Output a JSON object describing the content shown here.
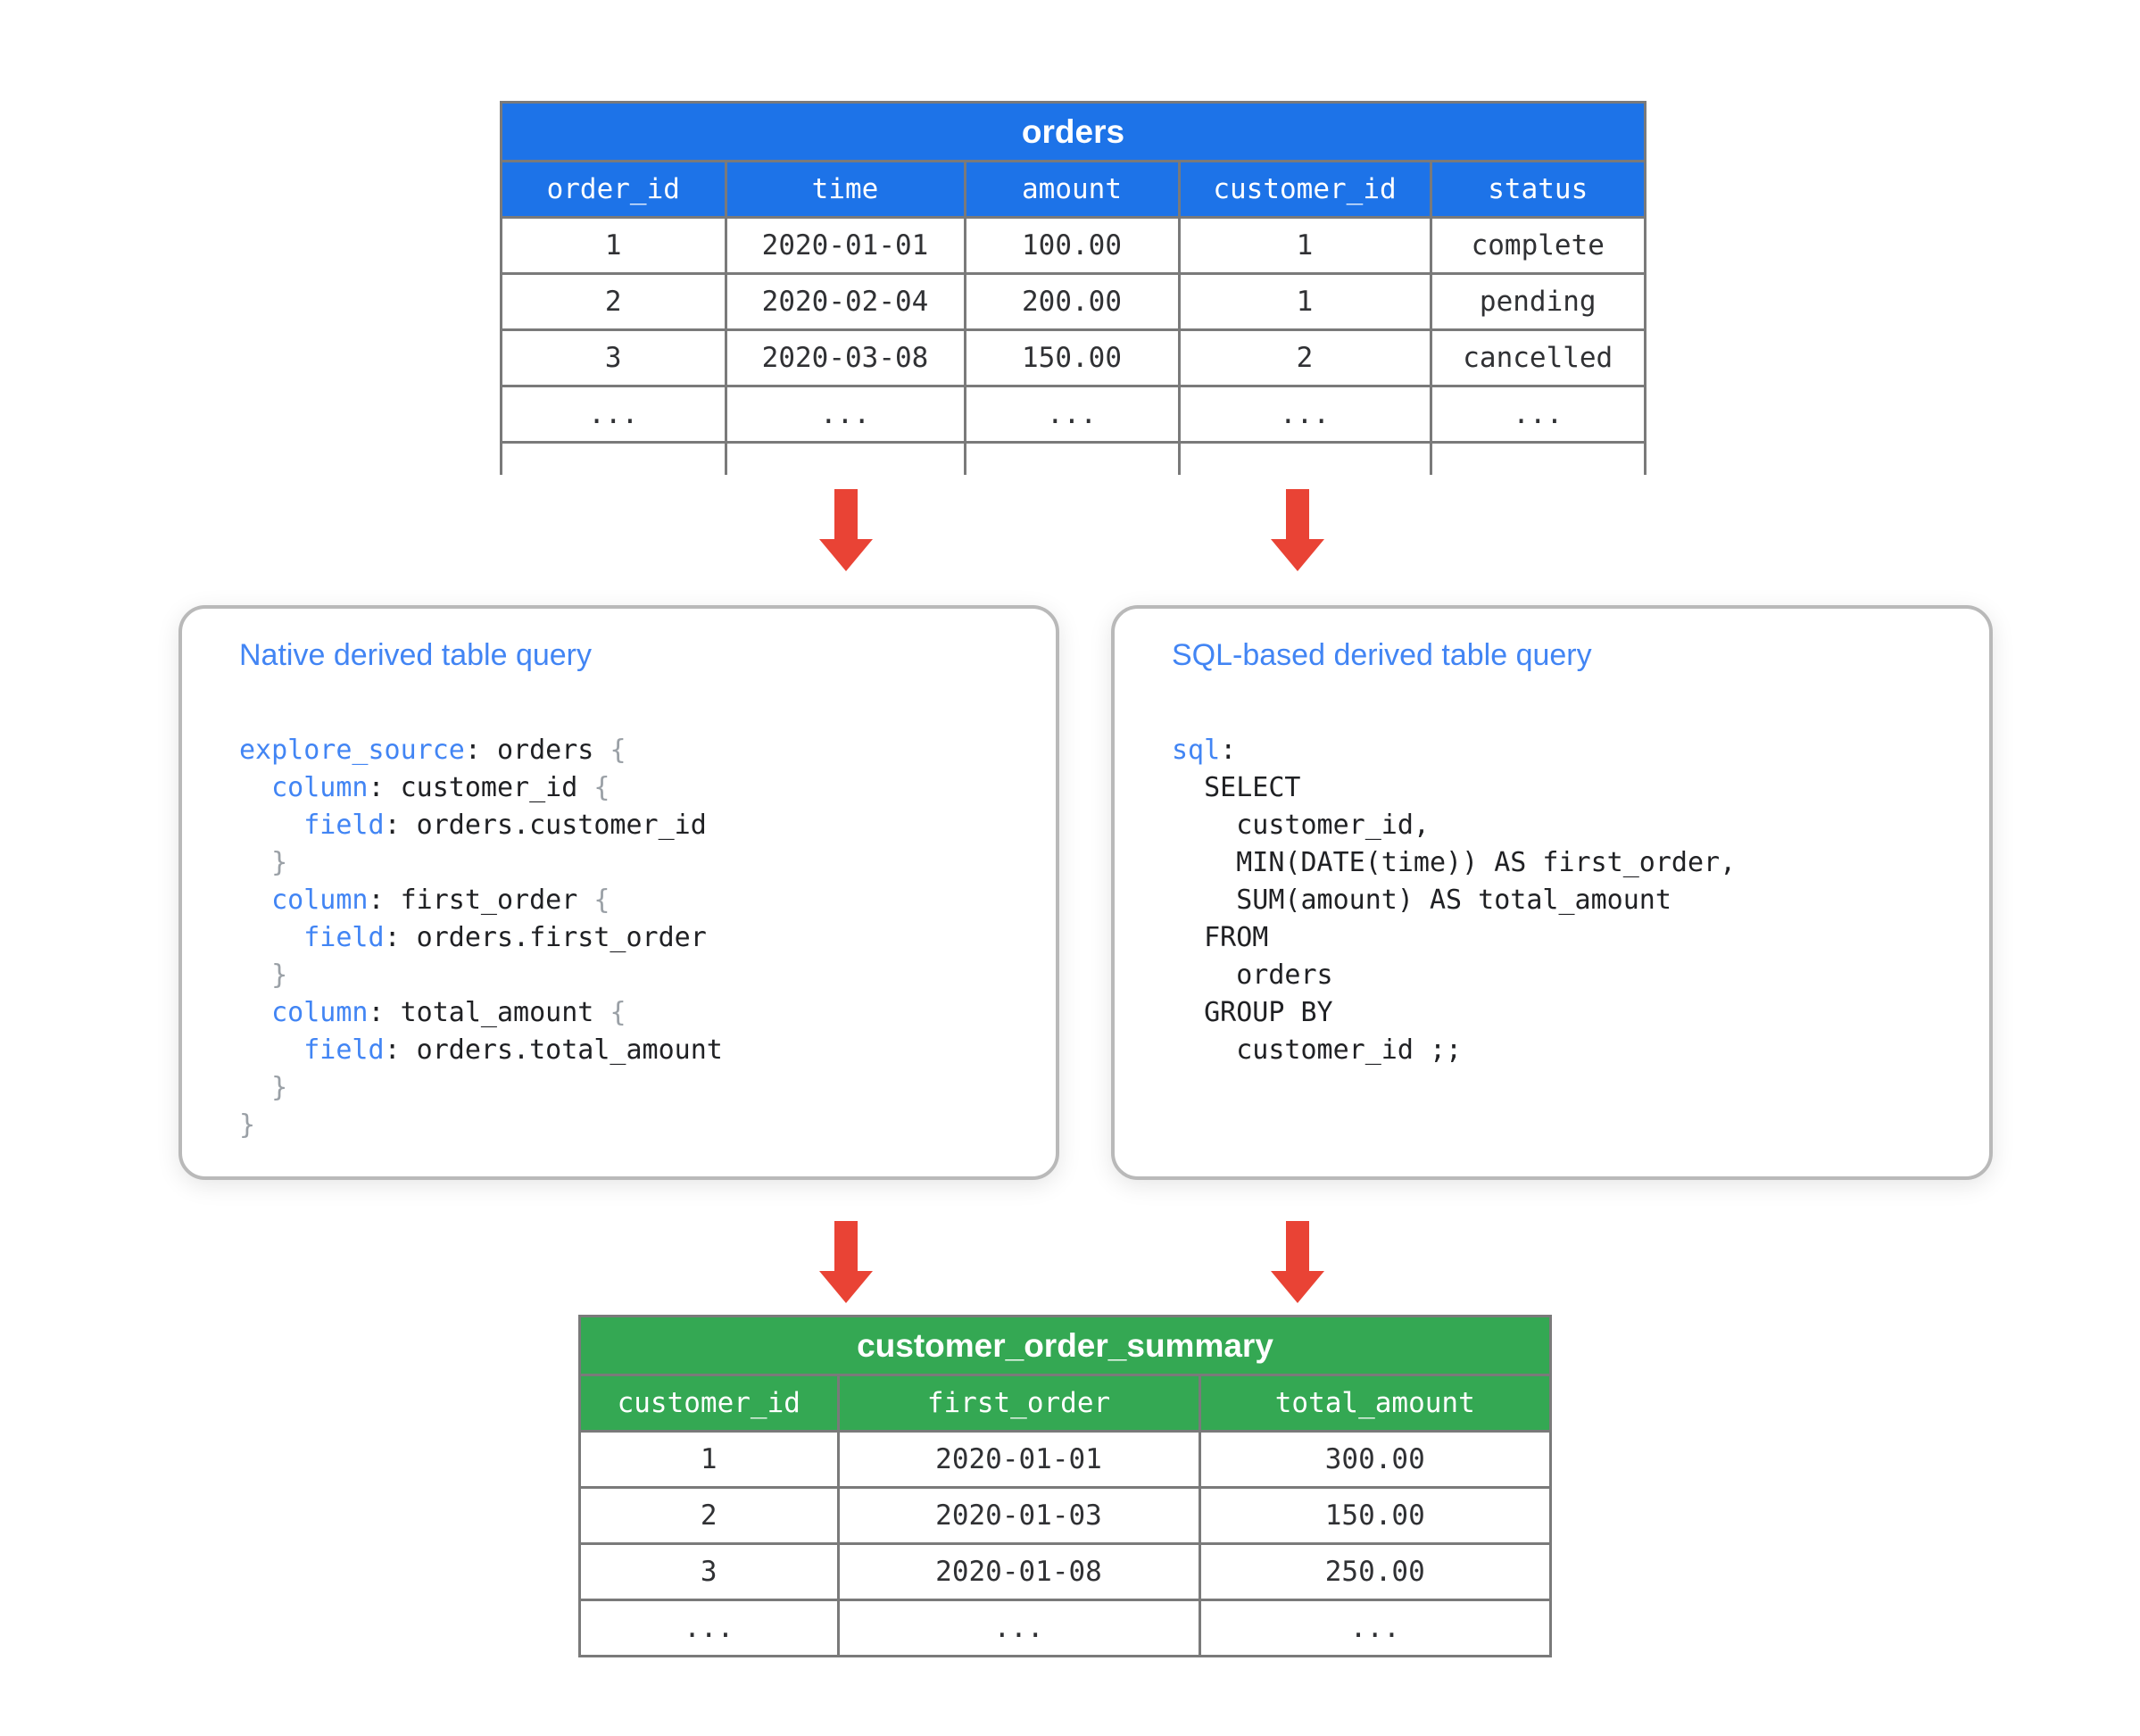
{
  "palette": {
    "blue": "#1d73e8",
    "green": "#34a853",
    "red": "#e94335",
    "keyword_blue": "#4285f4",
    "table_border": "#7a7a7a"
  },
  "orders_table": {
    "title": "orders",
    "columns": [
      "order_id",
      "time",
      "amount",
      "customer_id",
      "status"
    ],
    "rows": [
      [
        "1",
        "2020-01-01",
        "100.00",
        "1",
        "complete"
      ],
      [
        "2",
        "2020-02-04",
        "200.00",
        "1",
        "pending"
      ],
      [
        "3",
        "2020-03-08",
        "150.00",
        "2",
        "cancelled"
      ],
      [
        "...",
        "...",
        "...",
        "...",
        "..."
      ]
    ],
    "partial_row": true
  },
  "native_box": {
    "title": "Native derived table query",
    "code": [
      [
        {
          "k": "kw",
          "s": "explore_source"
        },
        {
          "k": "p",
          "s": ": orders "
        },
        {
          "k": "br",
          "s": "{"
        }
      ],
      [
        {
          "k": "p",
          "s": "  "
        },
        {
          "k": "kw",
          "s": "column"
        },
        {
          "k": "p",
          "s": ": customer_id "
        },
        {
          "k": "br",
          "s": "{"
        }
      ],
      [
        {
          "k": "p",
          "s": "    "
        },
        {
          "k": "kw",
          "s": "field"
        },
        {
          "k": "p",
          "s": ": orders.customer_id"
        }
      ],
      [
        {
          "k": "p",
          "s": "  "
        },
        {
          "k": "br",
          "s": "}"
        }
      ],
      [
        {
          "k": "p",
          "s": "  "
        },
        {
          "k": "kw",
          "s": "column"
        },
        {
          "k": "p",
          "s": ": first_order "
        },
        {
          "k": "br",
          "s": "{"
        }
      ],
      [
        {
          "k": "p",
          "s": "    "
        },
        {
          "k": "kw",
          "s": "field"
        },
        {
          "k": "p",
          "s": ": orders.first_order"
        }
      ],
      [
        {
          "k": "p",
          "s": "  "
        },
        {
          "k": "br",
          "s": "}"
        }
      ],
      [
        {
          "k": "p",
          "s": "  "
        },
        {
          "k": "kw",
          "s": "column"
        },
        {
          "k": "p",
          "s": ": total_amount "
        },
        {
          "k": "br",
          "s": "{"
        }
      ],
      [
        {
          "k": "p",
          "s": "    "
        },
        {
          "k": "kw",
          "s": "field"
        },
        {
          "k": "p",
          "s": ": orders.total_amount"
        }
      ],
      [
        {
          "k": "p",
          "s": "  "
        },
        {
          "k": "br",
          "s": "}"
        }
      ],
      [
        {
          "k": "br",
          "s": "}"
        }
      ]
    ]
  },
  "sql_box": {
    "title": "SQL-based derived table query",
    "code": [
      [
        {
          "k": "kw",
          "s": "sql"
        },
        {
          "k": "p",
          "s": ":"
        }
      ],
      [
        {
          "k": "p",
          "s": "  SELECT"
        }
      ],
      [
        {
          "k": "p",
          "s": "    customer_id,"
        }
      ],
      [
        {
          "k": "p",
          "s": "    MIN(DATE(time)) AS first_order,"
        }
      ],
      [
        {
          "k": "p",
          "s": "    SUM(amount) AS total_amount"
        }
      ],
      [
        {
          "k": "p",
          "s": "  FROM"
        }
      ],
      [
        {
          "k": "p",
          "s": "    orders"
        }
      ],
      [
        {
          "k": "p",
          "s": "  GROUP BY"
        }
      ],
      [
        {
          "k": "p",
          "s": "    customer_id ;;"
        }
      ]
    ]
  },
  "summary_table": {
    "title": "customer_order_summary",
    "columns": [
      "customer_id",
      "first_order",
      "total_amount"
    ],
    "rows": [
      [
        "1",
        "2020-01-01",
        "300.00"
      ],
      [
        "2",
        "2020-01-03",
        "150.00"
      ],
      [
        "3",
        "2020-01-08",
        "250.00"
      ],
      [
        "...",
        "...",
        "..."
      ]
    ],
    "partial_row": false
  }
}
